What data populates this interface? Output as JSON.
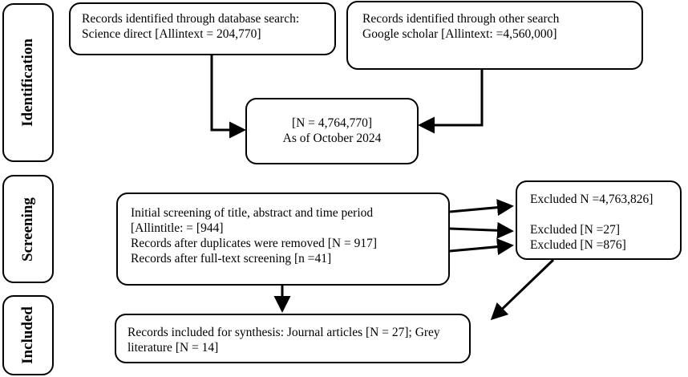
{
  "stages": {
    "identification": "Identification",
    "screening": "Screening",
    "included": "Included"
  },
  "identification": {
    "database": {
      "line1": "Records identified through database search:",
      "line2": "Science direct [Allintext  = 204,770]"
    },
    "other": {
      "line1": "Records identified through other search",
      "line2": "Google scholar [Allintext: =4,560,000]"
    },
    "total": {
      "line1": "[N = 4,764,770]",
      "line2": "As of October 2024"
    }
  },
  "screening": {
    "main": {
      "line1": "Initial screening of title, abstract and time period",
      "line2": "[Allintitle: = [944]",
      "line3": "Records after duplicates were removed [N = 917]",
      "line4": "Records after full-text screening [n =41]"
    },
    "excluded": {
      "line1": "Excluded N =4,763,826]",
      "line2": "Excluded [N =27]",
      "line3": "Excluded [N =876]"
    }
  },
  "included": {
    "line1": "Records included for synthesis: Journal articles [N = 27]; Grey",
    "line2": "literature [N = 14]"
  }
}
